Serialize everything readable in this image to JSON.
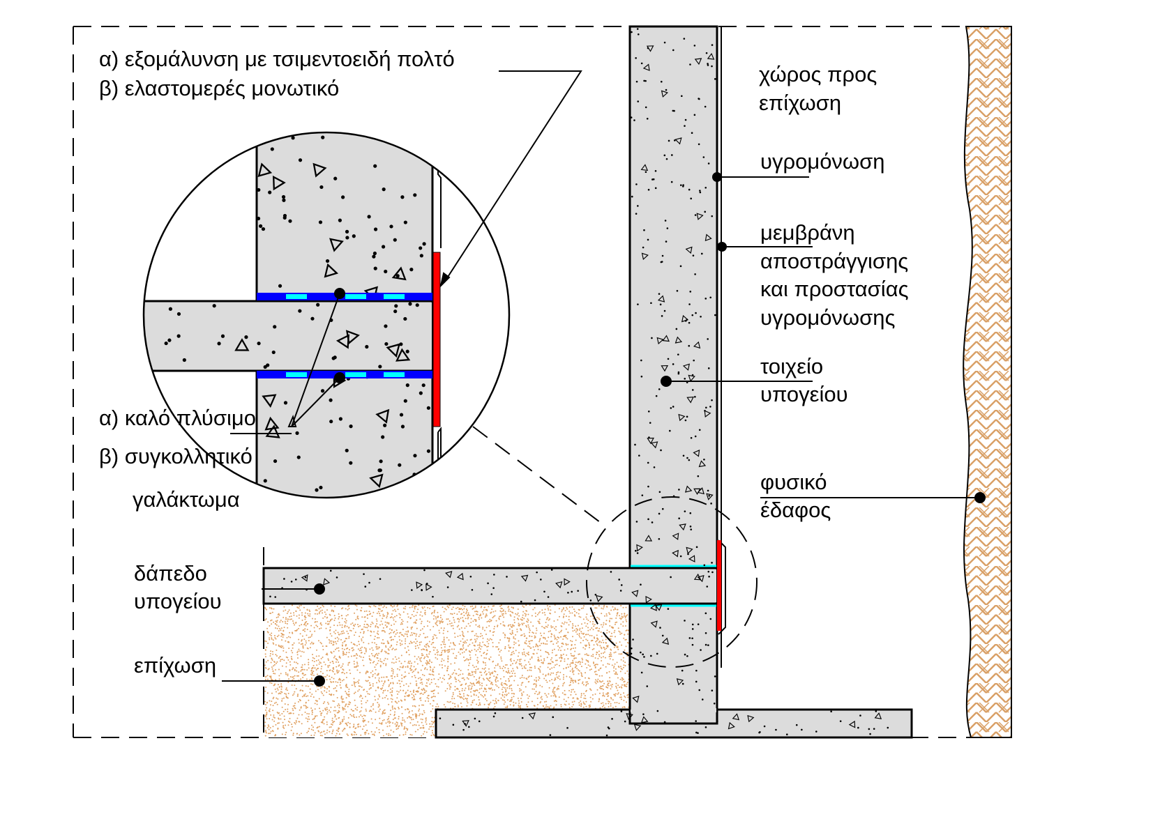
{
  "labels": {
    "detail_a": "α) εξομάλυνση με τσιμεντοειδή πολτό",
    "detail_b": "β) ελαστομερές μονωτικό",
    "joint_a": "α)  καλό πλύσιμο",
    "joint_b1": "β)  συγκολλητικό",
    "joint_b2": "γαλάκτωμα",
    "floor1": "δάπεδο",
    "floor2": "υπογείου",
    "fill": "επίχωση",
    "space1": "χώρος προς",
    "space2": "επίχωση",
    "waterproofing": "υγρομόνωση",
    "membrane1": "μεμβράνη",
    "membrane2": "αποστράγγισης",
    "membrane3": "και προστασίας",
    "membrane4": "υγρομόνωσης",
    "wall1": "τοιχείο",
    "wall2": "υπογείου",
    "soil1": "φυσικό",
    "soil2": "έδαφος"
  },
  "colors": {
    "concrete": "#dcdcdc",
    "insulation_blue": "#0000ff",
    "insulation_cyan": "#00ffff",
    "sealant_red": "#ff0000",
    "fill_sand": "#e0a060",
    "soil_hatch": "#d9a066"
  }
}
